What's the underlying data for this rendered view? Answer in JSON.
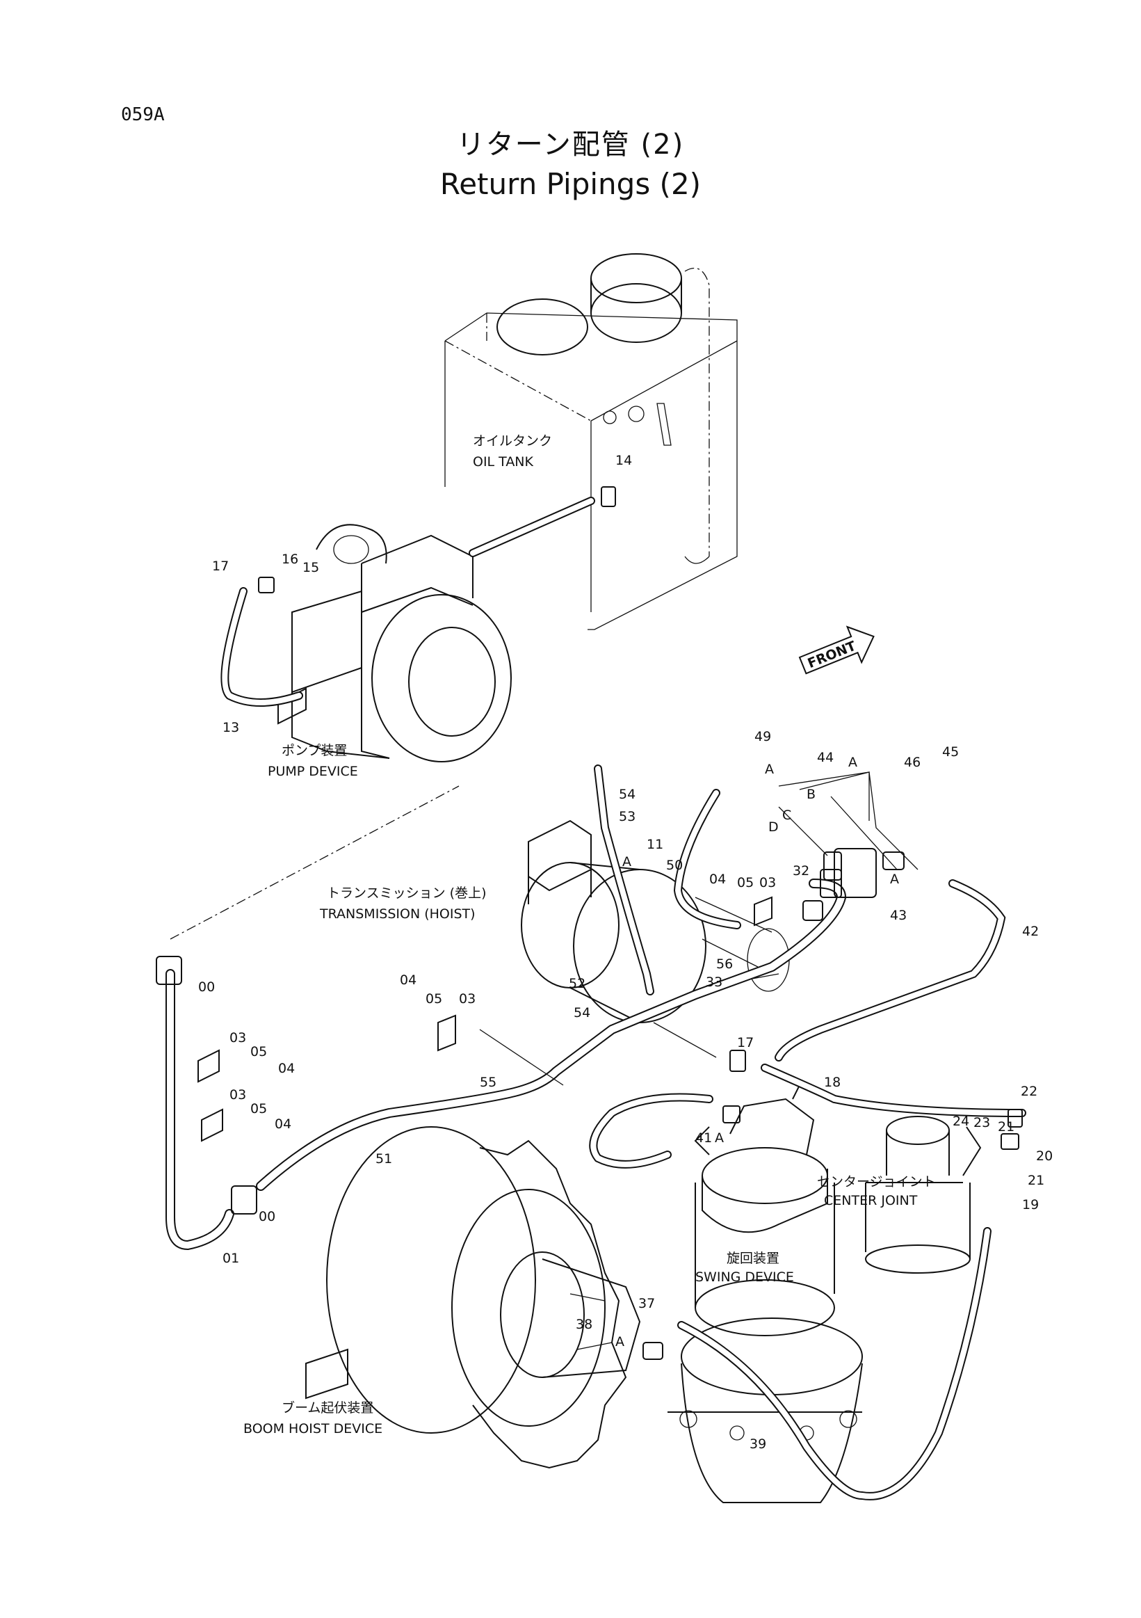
{
  "page_code": "059A",
  "title_ja": "リターン配管 (2)",
  "title_en": "Return Pipings (2)",
  "front_label": "FRONT",
  "components": {
    "oil_tank_ja": "オイルタンク",
    "oil_tank_en": "OIL TANK",
    "pump_ja": "ポンプ装置",
    "pump_en": "PUMP DEVICE",
    "transmission_ja": "トランスミッション (巻上)",
    "transmission_en": "TRANSMISSION (HOIST)",
    "center_joint_ja": "センタージョイント",
    "center_joint_en": "CENTER JOINT",
    "swing_ja": "旋回装置",
    "swing_en": "SWING DEVICE",
    "boom_ja": "ブーム起伏装置",
    "boom_en": "BOOM HOIST DEVICE"
  },
  "callouts": [
    {
      "id": "c-14",
      "text": "14"
    },
    {
      "id": "c-17a",
      "text": "17"
    },
    {
      "id": "c-16",
      "text": "16"
    },
    {
      "id": "c-15",
      "text": "15"
    },
    {
      "id": "c-13",
      "text": "13"
    },
    {
      "id": "c-49",
      "text": "49"
    },
    {
      "id": "c-46",
      "text": "46"
    },
    {
      "id": "c-45",
      "text": "45"
    },
    {
      "id": "c-44",
      "text": "44"
    },
    {
      "id": "c-A1",
      "text": "A"
    },
    {
      "id": "c-A2",
      "text": "A"
    },
    {
      "id": "c-B",
      "text": "B"
    },
    {
      "id": "c-C",
      "text": "C"
    },
    {
      "id": "c-D",
      "text": "D"
    },
    {
      "id": "c-54a",
      "text": "54"
    },
    {
      "id": "c-53",
      "text": "53"
    },
    {
      "id": "c-11",
      "text": "11"
    },
    {
      "id": "c-A3",
      "text": "A"
    },
    {
      "id": "c-50",
      "text": "50"
    },
    {
      "id": "c-32",
      "text": "32"
    },
    {
      "id": "c-A4",
      "text": "A"
    },
    {
      "id": "c-43",
      "text": "43"
    },
    {
      "id": "c-04a",
      "text": "04"
    },
    {
      "id": "c-05a",
      "text": "05"
    },
    {
      "id": "c-03a",
      "text": "03"
    },
    {
      "id": "c-42",
      "text": "42"
    },
    {
      "id": "c-56",
      "text": "56"
    },
    {
      "id": "c-33",
      "text": "33"
    },
    {
      "id": "c-52",
      "text": "52"
    },
    {
      "id": "c-54b",
      "text": "54"
    },
    {
      "id": "c-00a",
      "text": "00"
    },
    {
      "id": "c-04b",
      "text": "04"
    },
    {
      "id": "c-05b",
      "text": "05"
    },
    {
      "id": "c-03b",
      "text": "03"
    },
    {
      "id": "c-03c",
      "text": "03"
    },
    {
      "id": "c-05c",
      "text": "05"
    },
    {
      "id": "c-04c",
      "text": "04"
    },
    {
      "id": "c-55",
      "text": "55"
    },
    {
      "id": "c-17b",
      "text": "17"
    },
    {
      "id": "c-18",
      "text": "18"
    },
    {
      "id": "c-22",
      "text": "22"
    },
    {
      "id": "c-03d",
      "text": "03"
    },
    {
      "id": "c-05d",
      "text": "05"
    },
    {
      "id": "c-04d",
      "text": "04"
    },
    {
      "id": "c-24",
      "text": "24"
    },
    {
      "id": "c-23",
      "text": "23"
    },
    {
      "id": "c-21a",
      "text": "21"
    },
    {
      "id": "c-20",
      "text": "20"
    },
    {
      "id": "c-21b",
      "text": "21"
    },
    {
      "id": "c-19",
      "text": "19"
    },
    {
      "id": "c-41",
      "text": "41"
    },
    {
      "id": "c-A5",
      "text": "A"
    },
    {
      "id": "c-51",
      "text": "51"
    },
    {
      "id": "c-00b",
      "text": "00"
    },
    {
      "id": "c-01",
      "text": "01"
    },
    {
      "id": "c-37",
      "text": "37"
    },
    {
      "id": "c-38",
      "text": "38"
    },
    {
      "id": "c-A6",
      "text": "A"
    },
    {
      "id": "c-39",
      "text": "39"
    }
  ]
}
